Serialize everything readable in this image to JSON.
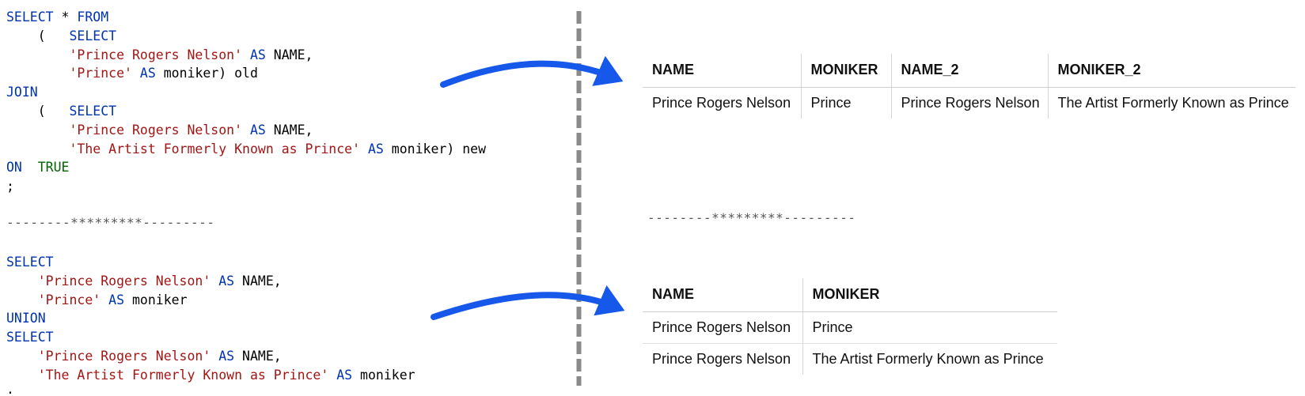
{
  "colors": {
    "keyword": "#0033b3",
    "string": "#a31515",
    "literal": "#006400",
    "plain": "#000000",
    "arrow": "#1558ea",
    "divider": "#8a8a8a"
  },
  "code_top": [
    [
      {
        "t": "SELECT",
        "c": "keyword"
      },
      {
        "t": " * ",
        "c": "plain"
      },
      {
        "t": "FROM",
        "c": "keyword"
      }
    ],
    [
      {
        "t": "    (   ",
        "c": "plain"
      },
      {
        "t": "SELECT",
        "c": "keyword"
      }
    ],
    [
      {
        "t": "        ",
        "c": "plain"
      },
      {
        "t": "'Prince Rogers Nelson'",
        "c": "string"
      },
      {
        "t": " ",
        "c": "plain"
      },
      {
        "t": "AS",
        "c": "keyword"
      },
      {
        "t": " NAME,",
        "c": "plain"
      }
    ],
    [
      {
        "t": "        ",
        "c": "plain"
      },
      {
        "t": "'Prince'",
        "c": "string"
      },
      {
        "t": " ",
        "c": "plain"
      },
      {
        "t": "AS",
        "c": "keyword"
      },
      {
        "t": " moniker) old",
        "c": "plain"
      }
    ],
    [
      {
        "t": "JOIN",
        "c": "keyword"
      }
    ],
    [
      {
        "t": "    (   ",
        "c": "plain"
      },
      {
        "t": "SELECT",
        "c": "keyword"
      }
    ],
    [
      {
        "t": "        ",
        "c": "plain"
      },
      {
        "t": "'Prince Rogers Nelson'",
        "c": "string"
      },
      {
        "t": " ",
        "c": "plain"
      },
      {
        "t": "AS",
        "c": "keyword"
      },
      {
        "t": " NAME,",
        "c": "plain"
      }
    ],
    [
      {
        "t": "        ",
        "c": "plain"
      },
      {
        "t": "'The Artist Formerly Known as Prince'",
        "c": "string"
      },
      {
        "t": " ",
        "c": "plain"
      },
      {
        "t": "AS",
        "c": "keyword"
      },
      {
        "t": " moniker) new",
        "c": "plain"
      }
    ],
    [
      {
        "t": "ON",
        "c": "keyword"
      },
      {
        "t": "  ",
        "c": "plain"
      },
      {
        "t": "TRUE",
        "c": "literal"
      }
    ],
    [
      {
        "t": ";",
        "c": "plain"
      }
    ]
  ],
  "code_bottom": [
    [
      {
        "t": "SELECT",
        "c": "keyword"
      }
    ],
    [
      {
        "t": "    ",
        "c": "plain"
      },
      {
        "t": "'Prince Rogers Nelson'",
        "c": "string"
      },
      {
        "t": " ",
        "c": "plain"
      },
      {
        "t": "AS",
        "c": "keyword"
      },
      {
        "t": " NAME,",
        "c": "plain"
      }
    ],
    [
      {
        "t": "    ",
        "c": "plain"
      },
      {
        "t": "'Prince'",
        "c": "string"
      },
      {
        "t": " ",
        "c": "plain"
      },
      {
        "t": "AS",
        "c": "keyword"
      },
      {
        "t": " moniker",
        "c": "plain"
      }
    ],
    [
      {
        "t": "UNION",
        "c": "keyword"
      }
    ],
    [
      {
        "t": "SELECT",
        "c": "keyword"
      }
    ],
    [
      {
        "t": "    ",
        "c": "plain"
      },
      {
        "t": "'Prince Rogers Nelson'",
        "c": "string"
      },
      {
        "t": " ",
        "c": "plain"
      },
      {
        "t": "AS",
        "c": "keyword"
      },
      {
        "t": " NAME,",
        "c": "plain"
      }
    ],
    [
      {
        "t": "    ",
        "c": "plain"
      },
      {
        "t": "'The Artist Formerly Known as Prince'",
        "c": "string"
      },
      {
        "t": " ",
        "c": "plain"
      },
      {
        "t": "AS",
        "c": "keyword"
      },
      {
        "t": " moniker",
        "c": "plain"
      }
    ],
    [
      {
        "t": ";",
        "c": "plain"
      }
    ]
  ],
  "separator": "--------*********---------",
  "table_top": {
    "headers": [
      "NAME",
      "MONIKER",
      "NAME_2",
      "MONIKER_2"
    ],
    "rows": [
      [
        "Prince Rogers Nelson",
        "Prince",
        "Prince Rogers Nelson",
        "The Artist Formerly Known as Prince"
      ]
    ]
  },
  "table_bottom": {
    "headers": [
      "NAME",
      "MONIKER"
    ],
    "rows": [
      [
        "Prince Rogers Nelson",
        "Prince"
      ],
      [
        "Prince Rogers Nelson",
        "The Artist Formerly Known as Prince"
      ]
    ]
  },
  "icons": {
    "arrow_top": "curved-arrow-right-icon",
    "arrow_bottom": "curved-arrow-right-icon"
  }
}
